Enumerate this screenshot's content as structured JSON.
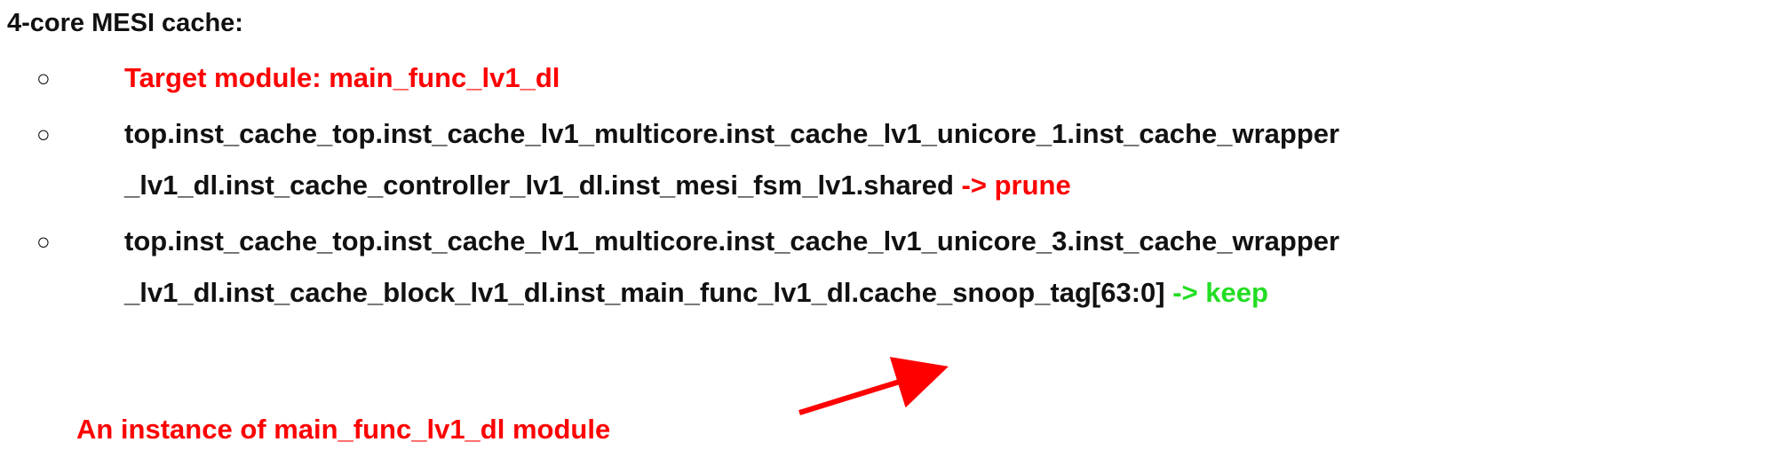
{
  "heading": "4-core MESI cache:",
  "bullet_glyph": "○",
  "items": [
    {
      "lines": [
        "Target module: main_func_lv1_dl"
      ],
      "suffix": "",
      "color": "#ff0000"
    },
    {
      "lines": [
        "top.inst_cache_top.inst_cache_lv1_multicore.inst_cache_lv1_unicore_1.inst_cache_wrapper",
        "_lv1_dl.inst_cache_controller_lv1_dl.inst_mesi_fsm_lv1.shared"
      ],
      "suffix": "-> prune",
      "suffix_color": "#ff0000"
    },
    {
      "lines": [
        "top.inst_cache_top.inst_cache_lv1_multicore.inst_cache_lv1_unicore_3.inst_cache_wrapper",
        "_lv1_dl.inst_cache_block_lv1_dl.inst_main_func_lv1_dl.cache_snoop_tag[63:0]"
      ],
      "suffix": "-> keep",
      "suffix_color": "#22dd22"
    }
  ],
  "callout": "An instance of main_func_lv1_dl module",
  "colors": {
    "text": "#111111",
    "highlight_red": "#ff0000",
    "highlight_green": "#22dd22",
    "arrow": "#ff0000"
  }
}
